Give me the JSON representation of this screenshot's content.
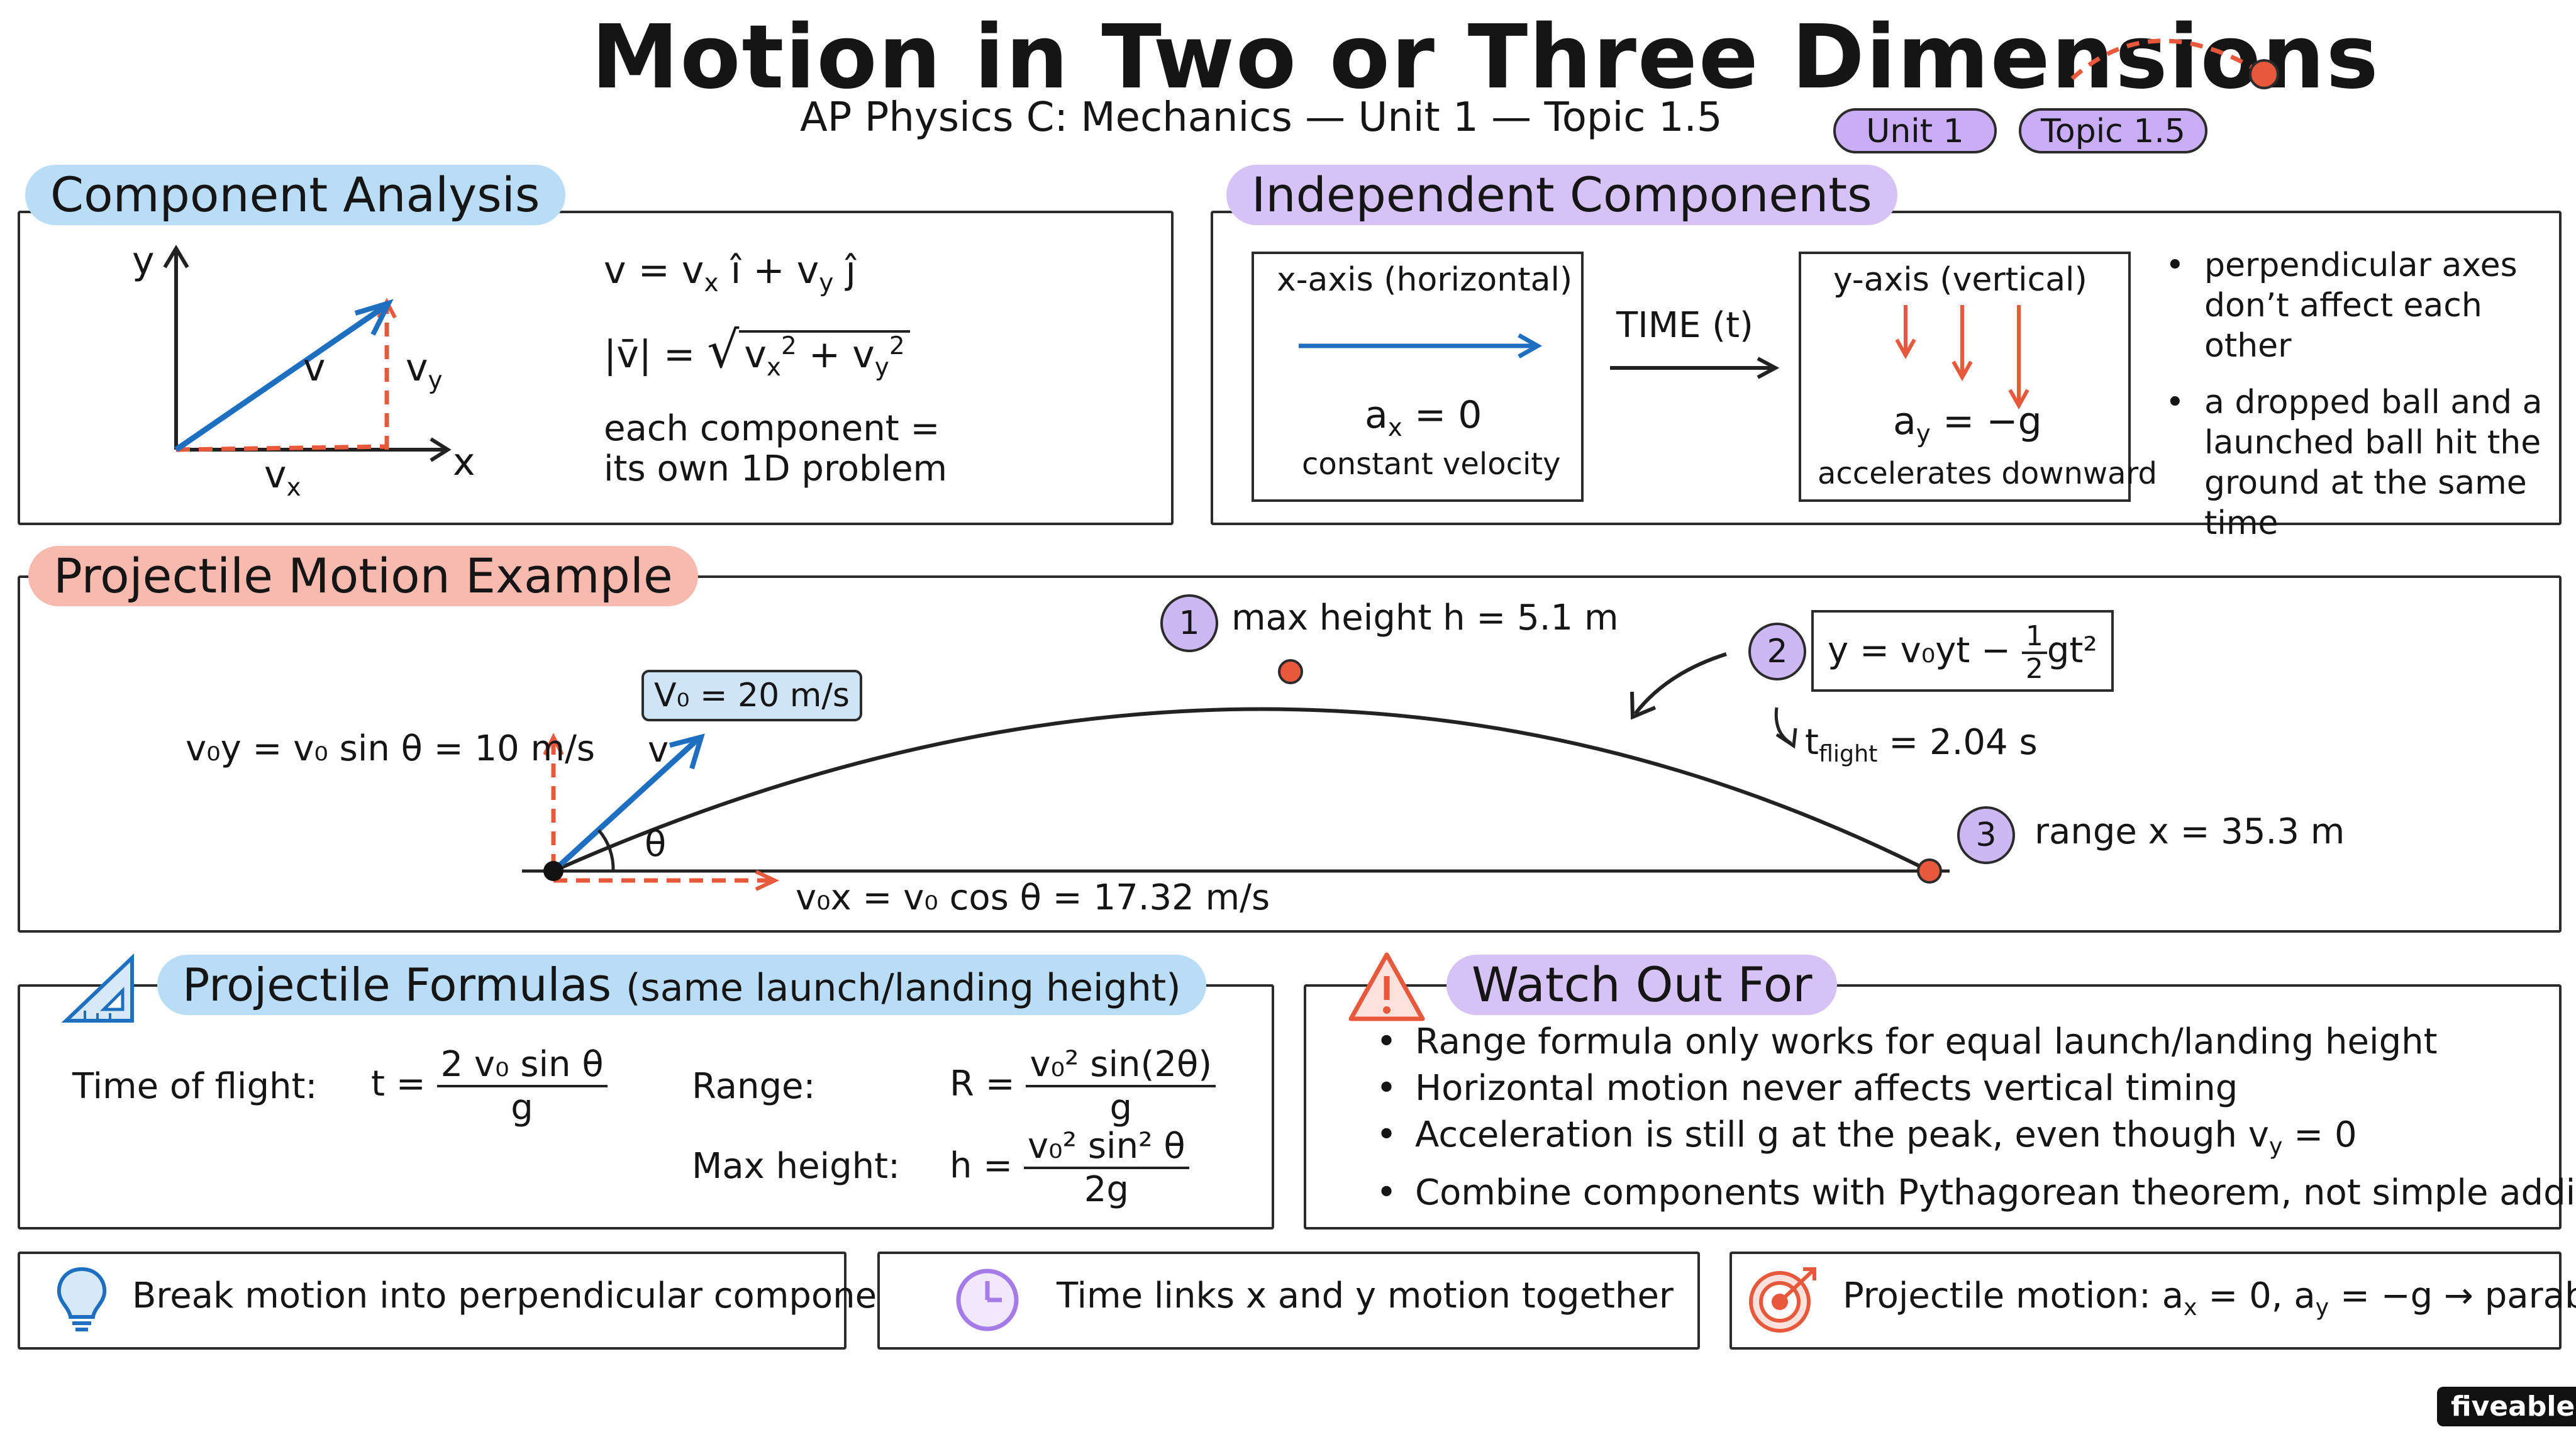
{
  "header": {
    "title": "Motion in Two or Three Dimensions",
    "subtitle": "AP Physics C: Mechanics — Unit 1 — Topic 1.5",
    "unit_badge": "Unit 1",
    "topic_badge": "Topic 1.5"
  },
  "component_analysis": {
    "title": "Component Analysis",
    "axis_y": "y",
    "axis_x": "x",
    "vec_v": "v",
    "comp_vx": "v",
    "comp_vx_sub": "x",
    "comp_vy": "v",
    "comp_vy_sub": "y",
    "eq1": "v = v",
    "eq1_b": " î + v",
    "eq1_c": " ĵ",
    "eq2_lhs": "|v̄| =",
    "eq2_rad": "v",
    "eq2_plus": " + v",
    "note_line1": "each component =",
    "note_line2": "its own 1D problem"
  },
  "independent": {
    "title": "Independent Components",
    "x_title": "x-axis (horizontal)",
    "x_eq": "a",
    "x_eq_sub": "x",
    "x_eq_rhs": " = 0",
    "x_desc": "constant velocity",
    "time_label": "TIME (t)",
    "y_title": "y-axis (vertical)",
    "y_eq": "a",
    "y_eq_sub": "y",
    "y_eq_rhs": " = −g",
    "y_desc": "accelerates downward",
    "bullets": [
      "perpendicular axes don’t affect each other",
      "a dropped ball and a launched ball hit the ground at the same time"
    ]
  },
  "projectile_example": {
    "title": "Projectile Motion Example",
    "v0_label": "V₀ = 20 m/s",
    "v_label": "v",
    "theta": "θ",
    "voy_label": "v₀y = v₀ sin θ = 10 m/s",
    "vox_label": "v₀x = v₀ cos θ = 17.32 m/s",
    "step1_num": "1",
    "step1_text": "max height h = 5.1 m",
    "step2_num": "2",
    "step2_eq": "y = v₀yt − ",
    "step2_frac_num": "1",
    "step2_frac_den": "2",
    "step2_tail": "gt²",
    "t_flight": "t",
    "t_flight_sub": "flight",
    "t_flight_val": " = 2.04 s",
    "step3_num": "3",
    "step3_text": "range  x = 35.3 m"
  },
  "formulas": {
    "title": "Projectile Formulas",
    "title_note": "(same launch/landing height)",
    "flight_label": "Time of flight:",
    "flight_lhs": "t =",
    "flight_num": "2 v₀ sin θ",
    "flight_den": "g",
    "range_label": "Range:",
    "range_lhs": "R =",
    "range_num": "v₀² sin(2θ)",
    "range_den": "g",
    "height_label": "Max height:",
    "height_lhs": "h =",
    "height_num": "v₀² sin² θ",
    "height_den": "2g"
  },
  "watch_out": {
    "title": "Watch Out For",
    "items": [
      "Range formula only works for equal launch/landing height",
      "Horizontal motion never affects vertical timing",
      "Acceleration is still g at the peak, even though v",
      "Combine components with Pythagorean theorem, not simple addition"
    ],
    "item3_sub": "y",
    "item3_tail": " = 0"
  },
  "tips": {
    "tip1": "Break motion into perpendicular components",
    "tip2": "Time links x and y motion together",
    "tip3_a": "Projectile motion: a",
    "tip3_b": " = 0, a",
    "tip3_c": " = −g → parabola",
    "tip3_sub1": "x",
    "tip3_sub2": "y"
  },
  "brand": "fiveable",
  "colors": {
    "blue_arrow": "#1f6fc0",
    "red_dashed": "#e8593c",
    "purple_badge": "#c9aef7",
    "blue_tag": "#b9dcf7",
    "red_tag": "#f8b9ae"
  }
}
